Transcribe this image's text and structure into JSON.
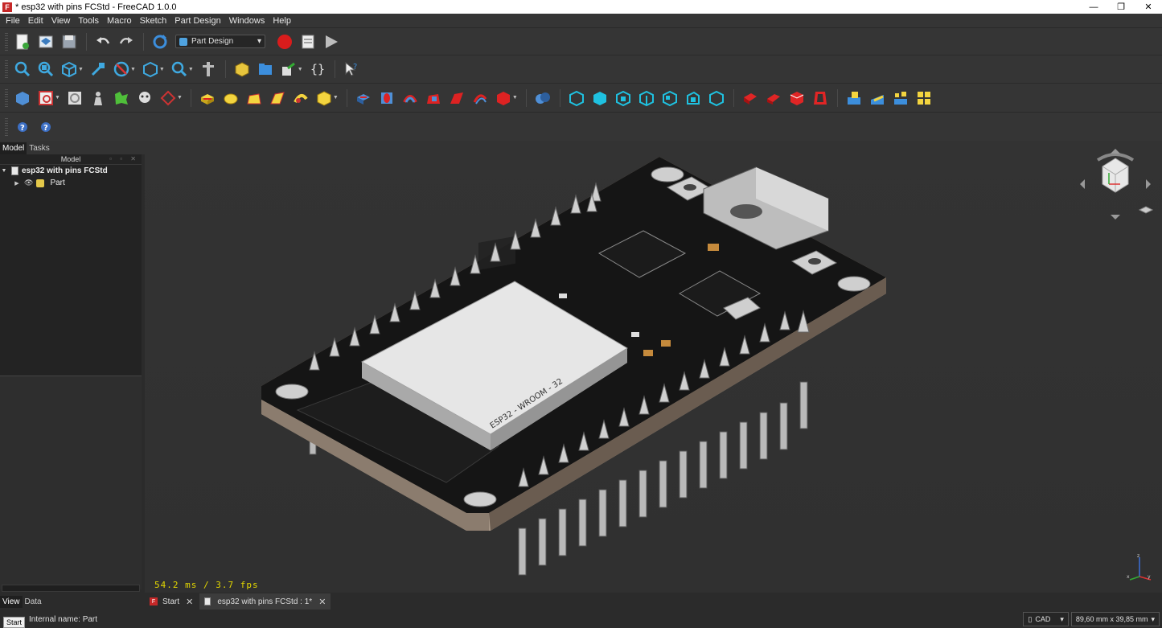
{
  "window": {
    "title": "* esp32 with pins FCStd - FreeCAD 1.0.0",
    "minimize": "—",
    "restore": "❐",
    "close": "✕"
  },
  "menu": [
    "File",
    "Edit",
    "View",
    "Tools",
    "Macro",
    "Sketch",
    "Part Design",
    "Windows",
    "Help"
  ],
  "toolbar": {
    "workbench_selected": "Part Design"
  },
  "panel": {
    "tabs": [
      "Model",
      "Tasks"
    ],
    "tree_header": "Model",
    "document_name": "esp32 with pins FCStd",
    "part_name": "Part",
    "bottom_tabs": [
      "View",
      "Data"
    ]
  },
  "viewport": {
    "fps": "54.2 ms / 3.7 fps"
  },
  "doc_tabs": [
    {
      "label": "Start"
    },
    {
      "label": "esp32 with pins FCStd : 1*"
    }
  ],
  "status": {
    "text": "Internal name: Part",
    "tooltip": "Start",
    "nav_style": "CAD",
    "dimensions": "89,60 mm x 39,85 mm"
  },
  "module": {
    "brand": "ESP32 - WROOM - 32"
  }
}
